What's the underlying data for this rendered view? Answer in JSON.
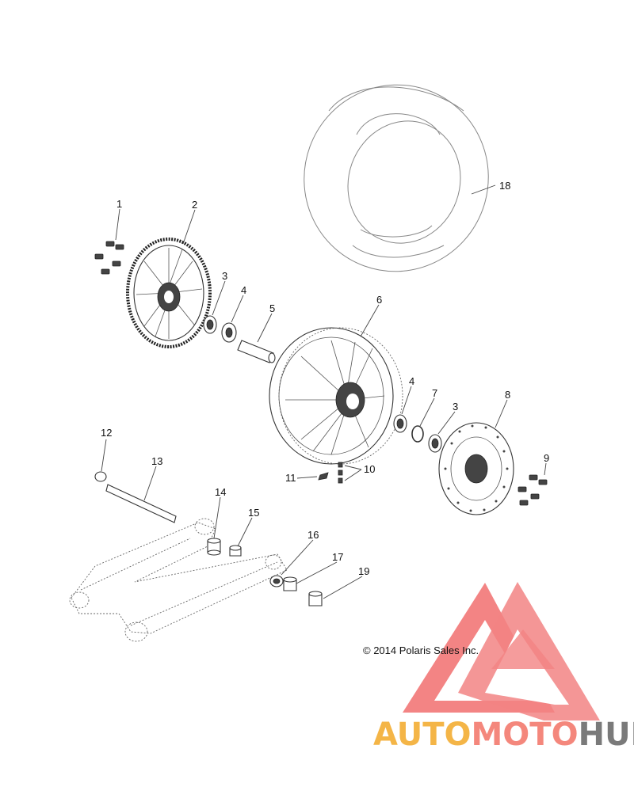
{
  "copyright": "© 2014 Polaris Sales Inc.",
  "watermark": {
    "segments": [
      "AUTO",
      "MOTO",
      "HUB"
    ],
    "colors": {
      "auto": "#f4b547",
      "moto": "#f4877c",
      "hub": "#7a7a7a",
      "logo": "#ef5b5b"
    }
  },
  "callouts": {
    "c1": "1",
    "c2": "2",
    "c3a": "3",
    "c4a": "4",
    "c5": "5",
    "c6": "6",
    "c4b": "4",
    "c7": "7",
    "c3b": "3",
    "c8": "8",
    "c9": "9",
    "c10": "10",
    "c11": "11",
    "c12": "12",
    "c13": "13",
    "c14": "14",
    "c15": "15",
    "c16": "16",
    "c17": "17",
    "c18": "18",
    "c19": "19"
  }
}
